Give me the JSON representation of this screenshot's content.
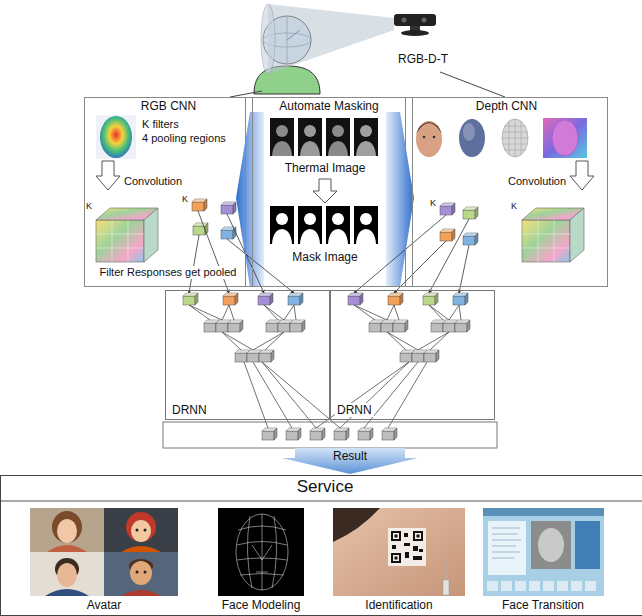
{
  "diagram": {
    "nodes": [
      {
        "text": [
          "RGB CNN"
        ]
      },
      {
        "text": [
          "Automate Masking"
        ]
      },
      {
        "text": [
          "Depth CNN"
        ]
      },
      {
        "text": [
          "DRNN"
        ]
      },
      {
        "text": [
          "DRNN"
        ]
      },
      {
        "text": [
          "Service"
        ]
      }
    ],
    "labels": [
      "RGB-D-T",
      "K filters",
      "4 pooling regions",
      "Convolution",
      "K",
      "K",
      "Filter Responses get pooled",
      "Thermal Image",
      "Mask Image",
      "Convolution",
      "K",
      "K",
      "Result",
      "Avatar",
      "Face Modeling",
      "Identification",
      "Face Transition"
    ]
  }
}
